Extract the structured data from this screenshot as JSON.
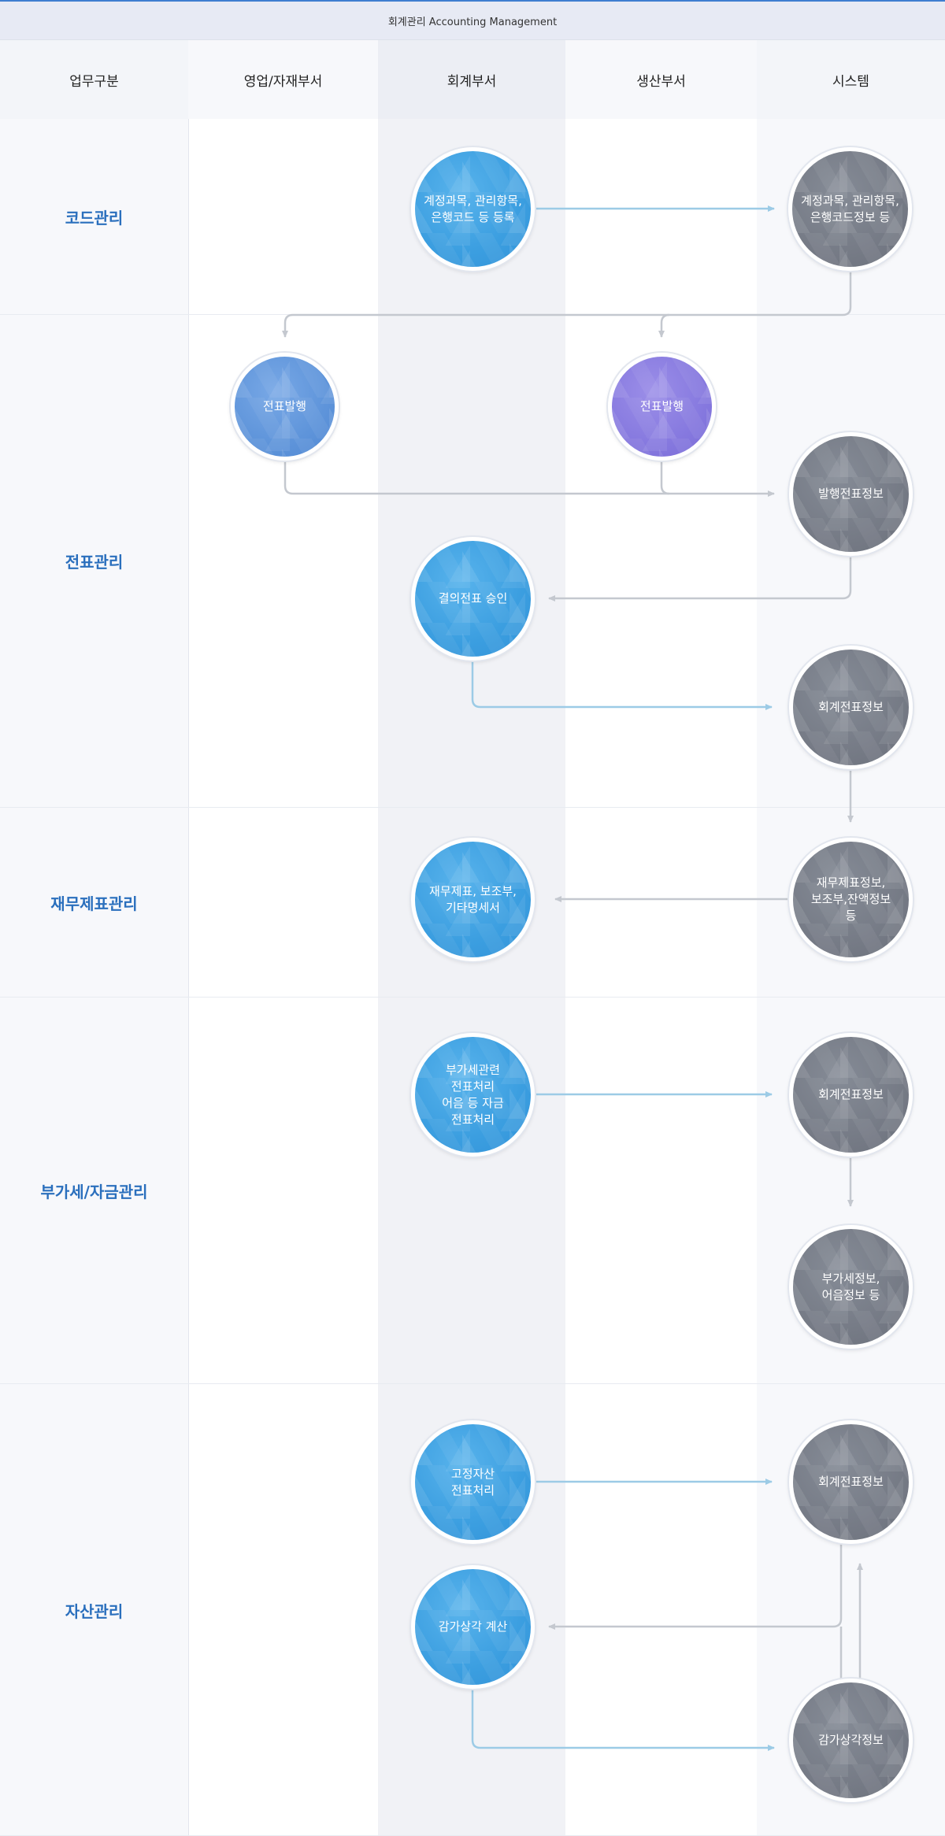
{
  "title": "회계관리 Accounting Management",
  "columns": [
    "업무구분",
    "영업/자재부서",
    "회계부서",
    "생산부서",
    "시스템"
  ],
  "rows": [
    "코드관리",
    "전표관리",
    "재무제표관리",
    "부가세/자금관리",
    "자산관리"
  ],
  "nodes": [
    {
      "id": "n1",
      "label": "계정과목, 관리항목,\n은행코드 등 등록",
      "color": "blue"
    },
    {
      "id": "n2",
      "label": "계정과목, 관리항목,\n은행코드정보 등",
      "color": "gray"
    },
    {
      "id": "n3",
      "label": "전표발행",
      "color": "steel"
    },
    {
      "id": "n4",
      "label": "전표발행",
      "color": "purple"
    },
    {
      "id": "n5",
      "label": "발행전표정보",
      "color": "gray"
    },
    {
      "id": "n6",
      "label": "결의전표 승인",
      "color": "blue"
    },
    {
      "id": "n7",
      "label": "회계전표정보",
      "color": "gray"
    },
    {
      "id": "n8",
      "label": "재무제표, 보조부,\n기타명세서",
      "color": "blue"
    },
    {
      "id": "n9",
      "label": "재무제표정보,\n보조부,잔액정보\n등",
      "color": "gray"
    },
    {
      "id": "n10",
      "label": "부가세관련\n전표처리\n어음 등 자금\n전표처리",
      "color": "blue"
    },
    {
      "id": "n11",
      "label": "회계전표정보",
      "color": "gray"
    },
    {
      "id": "n12",
      "label": "부가세정보,\n어음정보 등",
      "color": "gray"
    },
    {
      "id": "n13",
      "label": "고정자산\n전표처리",
      "color": "blue"
    },
    {
      "id": "n14",
      "label": "회계전표정보",
      "color": "gray"
    },
    {
      "id": "n15",
      "label": "감가상각 계산",
      "color": "blue"
    },
    {
      "id": "n16",
      "label": "감가상각정보",
      "color": "gray"
    }
  ],
  "colors": {
    "accent": "#3f7ed0",
    "row_label": "#2a6fbd",
    "blue_arrow": "#9ccbe6",
    "gray_arrow": "#c4c8cf"
  }
}
